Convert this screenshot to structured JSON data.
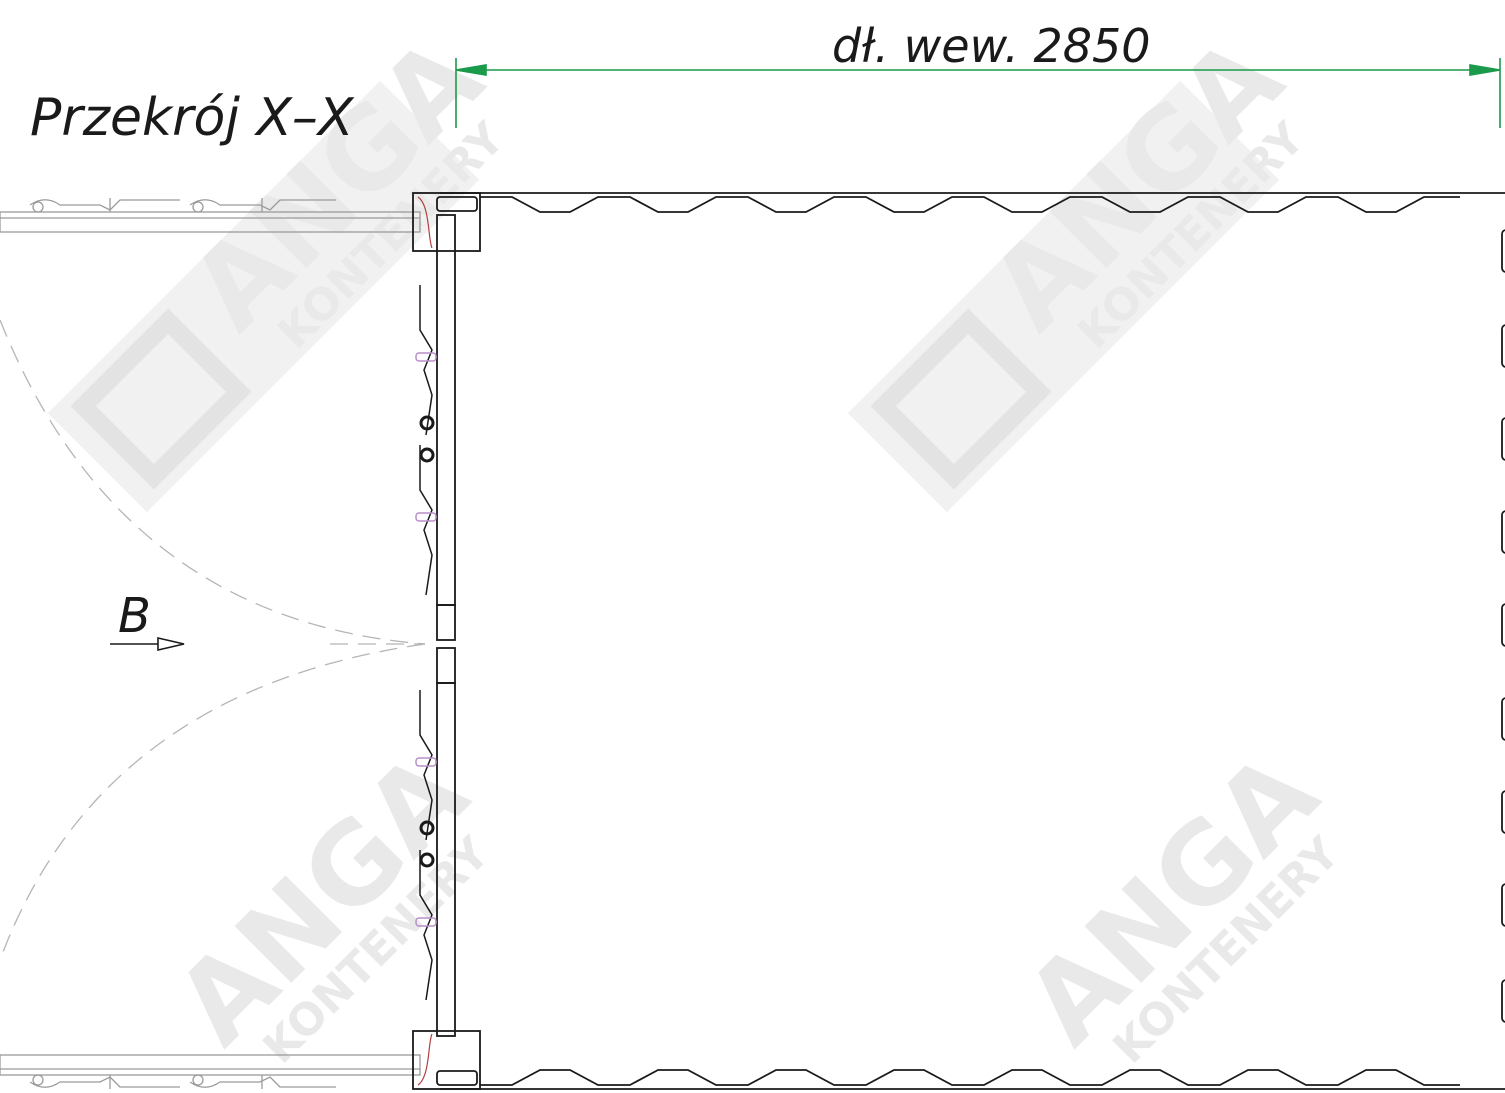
{
  "drawing": {
    "section_title": "Przekrój X–X",
    "dimension_label": "dł. wew. 2850",
    "view_marker": "B"
  },
  "watermark": {
    "brand": "ANGA",
    "sub": "KONTENERY",
    "color": "#e6e6e6"
  },
  "colors": {
    "line": "#1a1a1a",
    "dimension": "#1a9a4a",
    "swing": "#b5b5b5",
    "hinge_accent": "#b98fc9"
  }
}
